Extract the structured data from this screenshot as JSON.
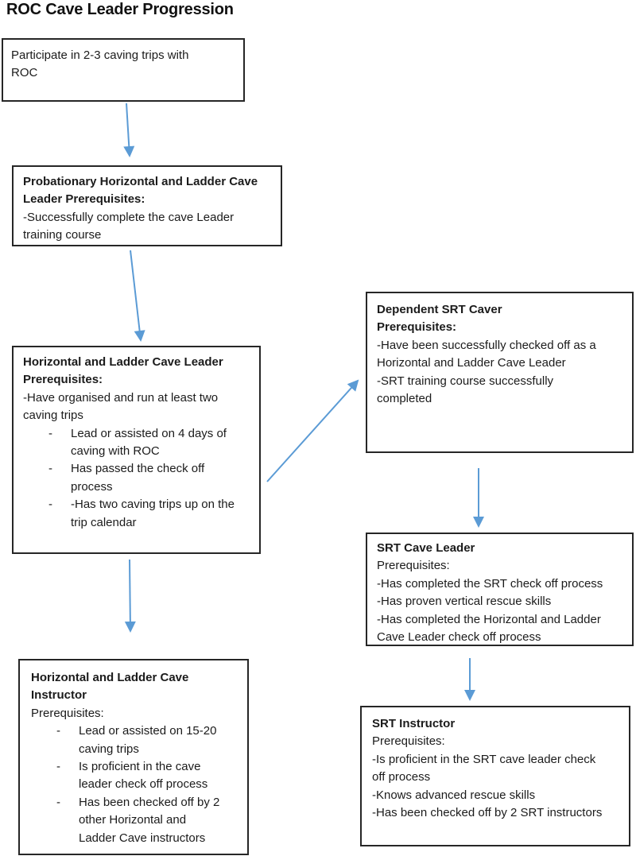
{
  "title": "ROC Cave Leader Progression",
  "accent_color": "#5b9bd5",
  "bullet_marker": "-",
  "boxes": [
    {
      "id": "participate-trips",
      "segments": [
        {
          "bold": false,
          "bullet": false,
          "text": "Participate in 2-3 caving trips with\nROC"
        }
      ]
    },
    {
      "id": "probationary-horizontal-ladder-cave-leader",
      "segments": [
        {
          "bold": true,
          "bullet": false,
          "text": "Probationary Horizontal and Ladder Cave\nLeader Prerequisites:"
        },
        {
          "bold": false,
          "bullet": false,
          "text": "-Successfully complete the cave Leader\ntraining course"
        }
      ]
    },
    {
      "id": "horizontal-ladder-cave-leader",
      "segments": [
        {
          "bold": true,
          "bullet": false,
          "text": "Horizontal and Ladder Cave Leader\nPrerequisites:"
        },
        {
          "bold": false,
          "bullet": false,
          "text": "-Have organised and run at least two\ncaving trips"
        },
        {
          "bold": false,
          "bullet": true,
          "text": "Lead or assisted on 4 days of\ncaving with ROC"
        },
        {
          "bold": false,
          "bullet": true,
          "text": "Has passed the check off\nprocess"
        },
        {
          "bold": false,
          "bullet": true,
          "text": "-Has two caving trips up on the\ntrip calendar"
        }
      ]
    },
    {
      "id": "dependent-srt-caver",
      "segments": [
        {
          "bold": true,
          "bullet": false,
          "text": "Dependent SRT Caver\nPrerequisites:"
        },
        {
          "bold": false,
          "bullet": false,
          "text": "-Have been successfully checked off as a\nHorizontal and Ladder Cave Leader\n-SRT training course successfully\ncompleted"
        }
      ]
    },
    {
      "id": "srt-cave-leader",
      "segments": [
        {
          "bold": true,
          "bullet": false,
          "text": "SRT Cave Leader"
        },
        {
          "bold": false,
          "bullet": false,
          "text": "Prerequisites:\n-Has completed the SRT check off process\n-Has proven vertical rescue skills\n-Has completed the Horizontal and Ladder\nCave Leader check off process"
        }
      ]
    },
    {
      "id": "srt-instructor",
      "segments": [
        {
          "bold": true,
          "bullet": false,
          "text": "SRT Instructor"
        },
        {
          "bold": false,
          "bullet": false,
          "text": "Prerequisites:\n-Is proficient in the SRT cave leader check\noff process\n-Knows advanced rescue skills\n-Has been checked off by 2 SRT instructors"
        }
      ]
    },
    {
      "id": "horizontal-ladder-cave-instructor",
      "segments": [
        {
          "bold": true,
          "bullet": false,
          "text": "Horizontal and Ladder Cave\nInstructor"
        },
        {
          "bold": false,
          "bullet": false,
          "text": "Prerequisites:"
        },
        {
          "bold": false,
          "bullet": true,
          "text": "Lead or assisted on 15-20\ncaving trips"
        },
        {
          "bold": false,
          "bullet": true,
          "text": "Is proficient in the cave\nleader check off process"
        },
        {
          "bold": false,
          "bullet": true,
          "text": "Has been checked off by 2\nother Horizontal and\nLadder Cave instructors"
        }
      ]
    }
  ],
  "edges": [
    {
      "from": "participate-trips",
      "to": "probationary-horizontal-ladder-cave-leader"
    },
    {
      "from": "probationary-horizontal-ladder-cave-leader",
      "to": "horizontal-ladder-cave-leader"
    },
    {
      "from": "horizontal-ladder-cave-leader",
      "to": "dependent-srt-caver"
    },
    {
      "from": "horizontal-ladder-cave-leader",
      "to": "horizontal-ladder-cave-instructor"
    },
    {
      "from": "dependent-srt-caver",
      "to": "srt-cave-leader"
    },
    {
      "from": "srt-cave-leader",
      "to": "srt-instructor"
    }
  ]
}
